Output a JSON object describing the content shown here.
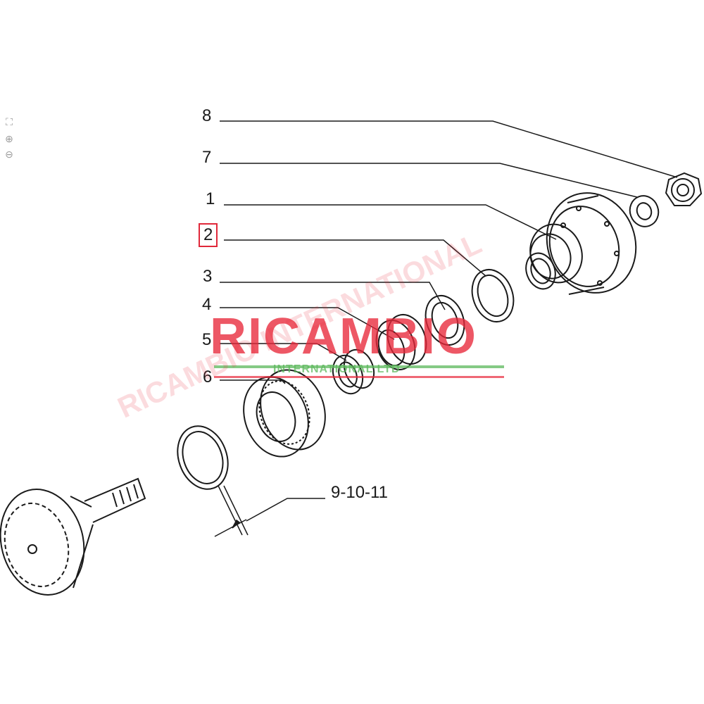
{
  "viewer": {
    "tools": [
      {
        "icon": "fit-page-icon",
        "glyph": "⛶"
      },
      {
        "icon": "zoom-in-icon",
        "glyph": "⊕"
      },
      {
        "icon": "zoom-out-icon",
        "glyph": "⊖"
      }
    ]
  },
  "callouts": {
    "c8": "8",
    "c7": "7",
    "c1": "1",
    "c2": "2",
    "c3": "3",
    "c4": "4",
    "c5": "5",
    "c6": "6",
    "c9": "9-10-11"
  },
  "selected_callout": "2",
  "watermark": {
    "title": "RICAMBIO",
    "subtitle": "INTERNATIONAL LTD",
    "diagonal": "RICAMBIO INTERNATIONAL",
    "red": "#e8283a",
    "green": "#5cb85c"
  },
  "colors": {
    "ink": "#1a1a1a",
    "highlight": "#e0283a"
  }
}
